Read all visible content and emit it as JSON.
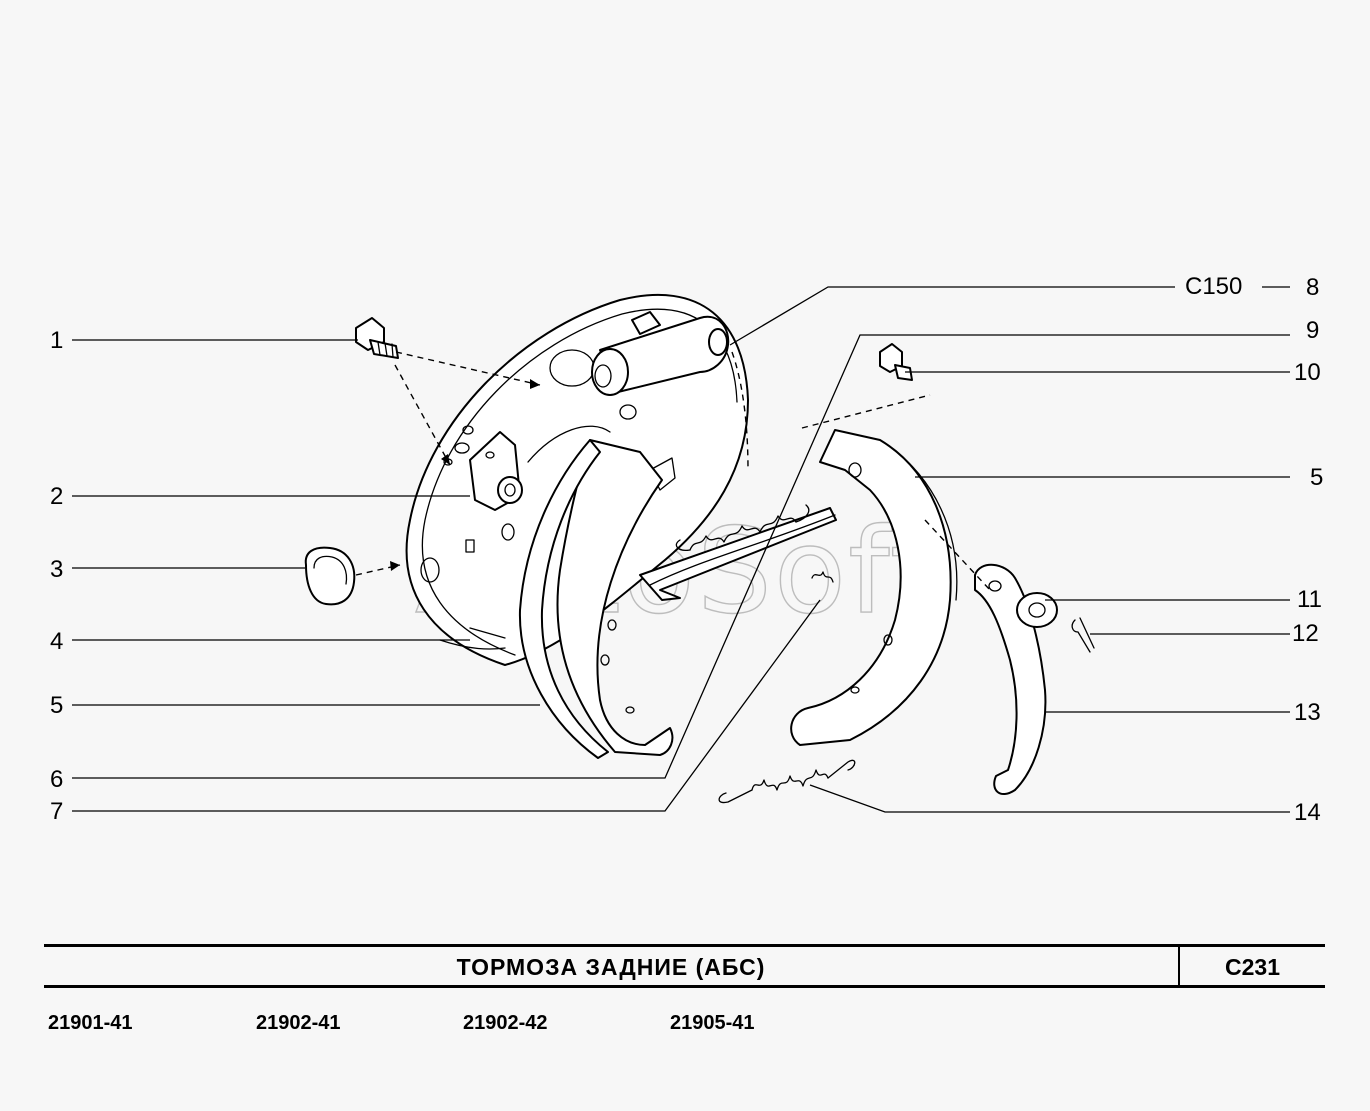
{
  "title": "ТОРМОЗА  ЗАДНИЕ  (АБС)",
  "page_code": "C231",
  "ref_code": "C150",
  "watermark": "AutoSoft",
  "callouts": {
    "c1": "1",
    "c2": "2",
    "c3": "3",
    "c4": "4",
    "c5a": "5",
    "c6": "6",
    "c7": "7",
    "c8": "8",
    "c9": "9",
    "c10": "10",
    "c5b": "5",
    "c11": "11",
    "c12": "12",
    "c13": "13",
    "c14": "14"
  },
  "models": [
    "21901-41",
    "21902-41",
    "21902-42",
    "21905-41"
  ],
  "colors": {
    "background": "#f7f7f7",
    "ink": "#000000",
    "watermark": "#bdbdbd"
  }
}
